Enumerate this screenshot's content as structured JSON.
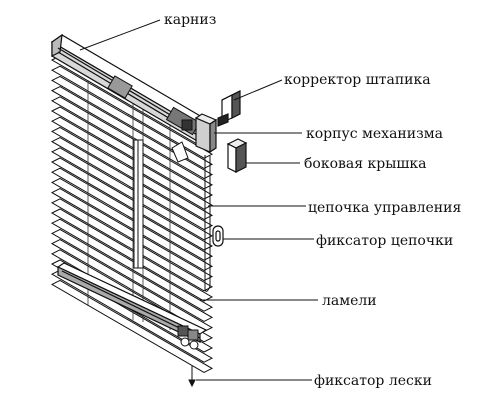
{
  "diagram": {
    "labels": {
      "cornice": "карниз",
      "bead_corrector": "корректор штапика",
      "mechanism_housing": "корпус механизма",
      "side_cover": "боковая крышка",
      "control_chain": "цепочка управления",
      "chain_retainer": "фиксатор цепочки",
      "slats": "ламели",
      "cord_retainer": "фиксатор лески"
    },
    "colors": {
      "ink": "#111111",
      "background": "#ffffff"
    }
  }
}
